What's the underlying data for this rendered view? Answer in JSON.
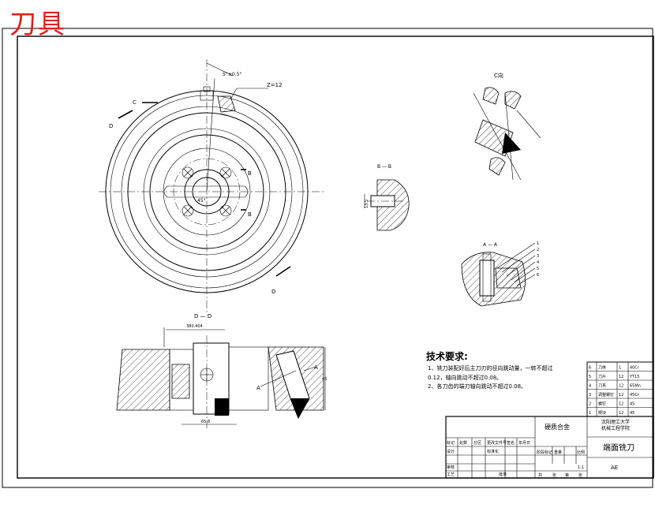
{
  "stamp_title": "刀具",
  "views": {
    "main_labels": {
      "c": "C",
      "d_upper": "D",
      "d_lower": "D",
      "b_upper": "B",
      "b_lower": "B",
      "dim_top": "5°±0.5°",
      "z_count": "Z=12",
      "angle_center": "45°"
    },
    "section_dd": {
      "title": "D — D",
      "dim_width": "380.404",
      "label_a": "A",
      "label_a2": "A",
      "dim_bottom": "65.8",
      "dim_right": "45"
    },
    "section_bb": {
      "title": "B — B",
      "dim": "13.5"
    },
    "section_aa": {
      "title": "A — A",
      "balloons": [
        "1",
        "2",
        "3",
        "4",
        "5",
        "6"
      ]
    },
    "detail_c": {
      "title": "C向"
    }
  },
  "technical_requirements": {
    "heading": "技术要求:",
    "items": [
      "1、铣刀装配好后主刀刃的径向跳动量，一转不超过",
      "0.12，轴向跳动不超过0.08。",
      "2、各刀齿的端刃轴向跳动不超过0.08。"
    ]
  },
  "parts_list": [
    {
      "no": "6",
      "name": "刀体",
      "qty": "1",
      "material": "40Cr"
    },
    {
      "no": "5",
      "name": "刀片",
      "qty": "12",
      "material": "YT15"
    },
    {
      "no": "4",
      "name": "刀夹",
      "qty": "12",
      "material": "65Mn"
    },
    {
      "no": "3",
      "name": "调整螺钉",
      "qty": "12",
      "material": "45Cr"
    },
    {
      "no": "2",
      "name": "螺钉",
      "qty": "12",
      "material": "45"
    },
    {
      "no": "1",
      "name": "楔块",
      "qty": "12",
      "material": "45"
    }
  ],
  "title_block": {
    "material": "硬质合金",
    "school_line1": "沈阳理工大学",
    "school_line2": "机械工程学院",
    "drawing_name": "端面铣刀",
    "code": "AE",
    "scale": "1:1",
    "small_labels": [
      "标记",
      "处数",
      "分区",
      "更改文件号",
      "签名",
      "年月日",
      "设计",
      "标准化",
      "阶段标记",
      "重量",
      "比例",
      "审核",
      "工艺",
      "批准",
      "共",
      "张",
      "第",
      "张"
    ]
  }
}
